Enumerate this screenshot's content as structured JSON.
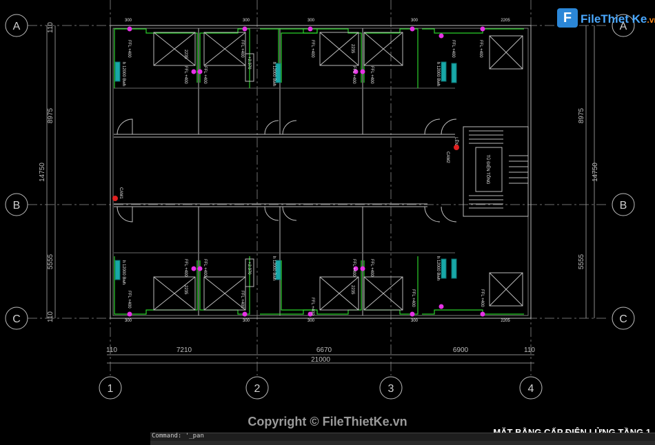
{
  "drawing": {
    "grid_rows": [
      "A",
      "B",
      "C"
    ],
    "grid_cols": [
      "1",
      "2",
      "3",
      "4"
    ],
    "dims_bottom": [
      "110",
      "7210",
      "6670",
      "6900",
      "110"
    ],
    "dim_total": "21000",
    "dims_left": [
      "110",
      "8975",
      "14750",
      "5555",
      "110"
    ],
    "dims_right": [
      "8975",
      "14750",
      "5555"
    ],
    "dim_300": "300",
    "dim_2205": "2205",
    "dim_2235": "2235",
    "ffl_label": "FFL +400",
    "level_label": "+2.370",
    "heater_label": "h 12000 Bwh",
    "cam1": "CAM1",
    "cam2": "CAM2",
    "stair_label": "LÊN",
    "stair_box": "TỦ ĐIỆN TỔNG"
  },
  "command_line": {
    "text": "Command: '_pan"
  },
  "watermark": {
    "copyright": "Copyright © FileThietKe.vn",
    "logo_f": "F",
    "logo_text": "FileThiet Ke",
    "logo_suffix": ".vn"
  },
  "sheet_title": "MẶT BẰNG CẤP ĐIỆN LỬNG TẦNG 1",
  "colors": {
    "wall": "#bdbdbd",
    "room": "#2bd22b",
    "outlet": "#e632e6",
    "cabinet": "#18a8a8",
    "camera": "#e02020",
    "grid": "#9a9a9a"
  }
}
